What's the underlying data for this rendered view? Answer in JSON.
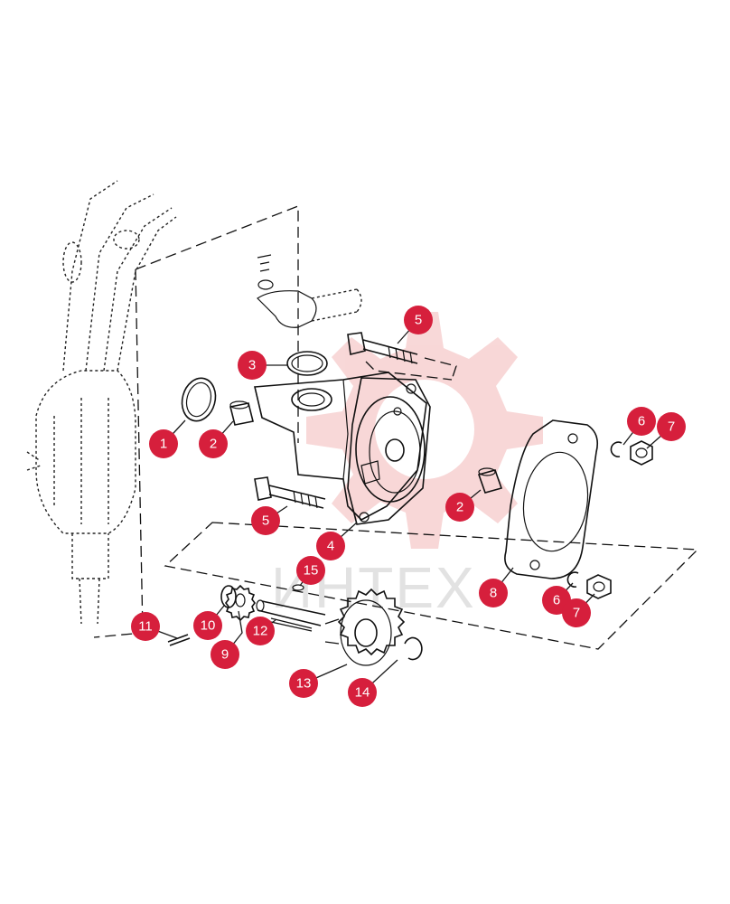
{
  "watermark": {
    "text": "ИНТЕХ",
    "gear_color": "#f3b8b8",
    "text_color": "#e2e2e2"
  },
  "colors": {
    "callout": "#d61f3c",
    "line": "#111111"
  },
  "callouts": [
    "1",
    "2",
    "3",
    "5",
    "2",
    "5",
    "4",
    "6",
    "7",
    "8",
    "6",
    "7",
    "15",
    "11",
    "10",
    "9",
    "12",
    "13",
    "14"
  ]
}
